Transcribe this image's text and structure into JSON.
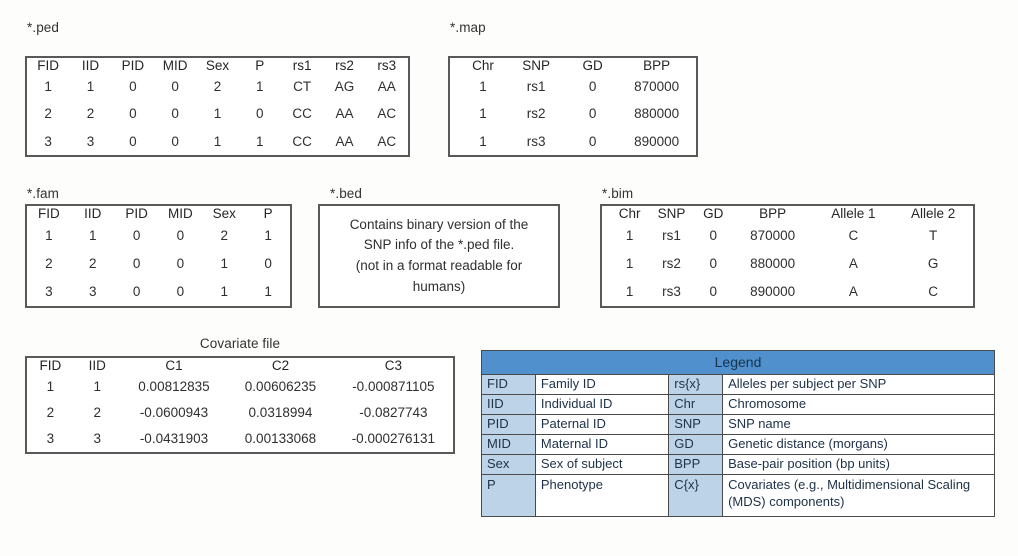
{
  "ped": {
    "caption": "*.ped",
    "headers": [
      "FID",
      "IID",
      "PID",
      "MID",
      "Sex",
      "P",
      "rs1",
      "rs2",
      "rs3"
    ],
    "rows": [
      [
        "1",
        "1",
        "0",
        "0",
        "2",
        "1",
        "CT",
        "AG",
        "AA"
      ],
      [
        "2",
        "2",
        "0",
        "0",
        "1",
        "0",
        "CC",
        "AA",
        "AC"
      ],
      [
        "3",
        "3",
        "0",
        "0",
        "1",
        "1",
        "CC",
        "AA",
        "AC"
      ]
    ]
  },
  "map": {
    "caption": "*.map",
    "headers": [
      "Chr",
      "SNP",
      "GD",
      "BPP"
    ],
    "rows": [
      [
        "1",
        "rs1",
        "0",
        "870000"
      ],
      [
        "1",
        "rs2",
        "0",
        "880000"
      ],
      [
        "1",
        "rs3",
        "0",
        "890000"
      ]
    ]
  },
  "fam": {
    "caption": "*.fam",
    "headers": [
      "FID",
      "IID",
      "PID",
      "MID",
      "Sex",
      "P"
    ],
    "rows": [
      [
        "1",
        "1",
        "0",
        "0",
        "2",
        "1"
      ],
      [
        "2",
        "2",
        "0",
        "0",
        "1",
        "0"
      ],
      [
        "3",
        "3",
        "0",
        "0",
        "1",
        "1"
      ]
    ]
  },
  "bed": {
    "caption": "*.bed",
    "lines": [
      "Contains binary version of the",
      "SNP info of the *.ped file.",
      "(not in a format readable for",
      "humans)"
    ]
  },
  "bim": {
    "caption": "*.bim",
    "headers": [
      "Chr",
      "SNP",
      "GD",
      "BPP",
      "Allele 1",
      "Allele 2"
    ],
    "rows": [
      [
        "1",
        "rs1",
        "0",
        "870000",
        "C",
        "T"
      ],
      [
        "1",
        "rs2",
        "0",
        "880000",
        "A",
        "G"
      ],
      [
        "1",
        "rs3",
        "0",
        "890000",
        "A",
        "C"
      ]
    ]
  },
  "covariate": {
    "caption": "Covariate file",
    "headers": [
      "FID",
      "IID",
      "C1",
      "C2",
      "C3"
    ],
    "rows": [
      [
        "1",
        "1",
        "0.00812835",
        "0.00606235",
        "-0.000871105"
      ],
      [
        "2",
        "2",
        "-0.0600943",
        "0.0318994",
        "-0.0827743"
      ],
      [
        "3",
        "3",
        "-0.0431903",
        "0.00133068",
        "-0.000276131"
      ]
    ]
  },
  "legend": {
    "title": "Legend",
    "rows": [
      {
        "key_left": "FID",
        "desc_left": "Family ID",
        "key_right": "rs{x}",
        "desc_right": "Alleles per subject per SNP"
      },
      {
        "key_left": "IID",
        "desc_left": "Individual ID",
        "key_right": "Chr",
        "desc_right": "Chromosome"
      },
      {
        "key_left": "PID",
        "desc_left": "Paternal ID",
        "key_right": "SNP",
        "desc_right": "SNP name"
      },
      {
        "key_left": "MID",
        "desc_left": "Maternal ID",
        "key_right": "GD",
        "desc_right": "Genetic distance (morgans)"
      },
      {
        "key_left": "Sex",
        "desc_left": "Sex of subject",
        "key_right": "BPP",
        "desc_right": "Base-pair position (bp units)"
      },
      {
        "key_left": "P",
        "desc_left": "Phenotype",
        "key_right": "C{x}",
        "desc_right": "Covariates (e.g., Multidimensional Scaling (MDS) components)"
      }
    ]
  },
  "colors": {
    "legend_header": "#4f90cd",
    "legend_key": "#bdd3e8",
    "border": "#595959",
    "background": "#fdfdfb"
  }
}
